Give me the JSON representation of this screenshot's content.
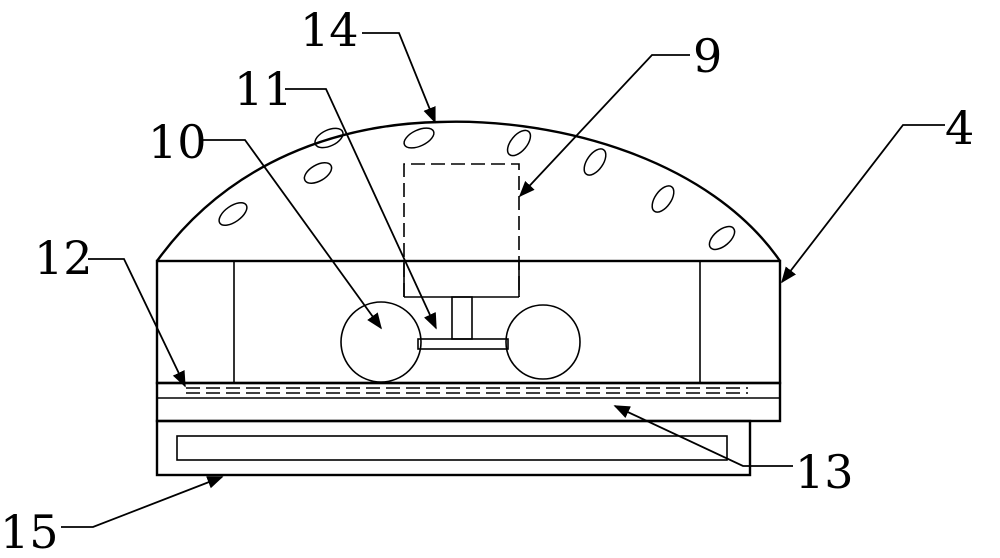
{
  "labels": {
    "l14": "14",
    "l9": "9",
    "l11": "11",
    "l10": "10",
    "l4": "4",
    "l12": "12",
    "l13": "13",
    "l15": "15"
  },
  "colors": {
    "line": "#000000",
    "background": "#ffffff"
  }
}
